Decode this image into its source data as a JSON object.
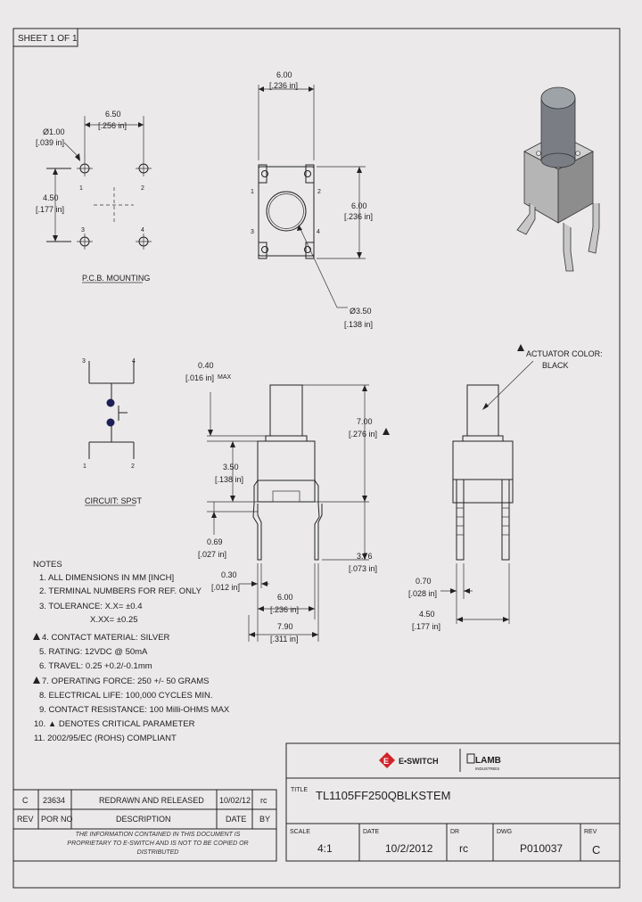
{
  "sheet_label": "SHEET 1 OF 1",
  "pcb": {
    "hole_dia": "Ø1.00",
    "hole_dia_in": "[.039 in]",
    "width": "6.50",
    "width_in": "[.256 in]",
    "height": "4.50",
    "height_in": "[.177 in]",
    "pins": [
      "1",
      "2",
      "3",
      "4"
    ],
    "caption": "P.C.B. MOUNTING"
  },
  "top_view": {
    "width": "6.00",
    "width_in": "[.236 in]",
    "height": "6.00",
    "height_in": "[.236 in]",
    "hole": "Ø3.50",
    "hole_in": "[.138 in]",
    "pins": [
      "1",
      "2",
      "3",
      "4"
    ]
  },
  "circuit": {
    "pins": [
      "3",
      "4",
      "1",
      "2"
    ],
    "caption": "CIRCUIT: SPST"
  },
  "front_view": {
    "d_top": "0.40",
    "d_top_in": "[.016 in]",
    "d_top_suffix": "MAX",
    "d_stem": "7.00",
    "d_stem_in": "[.276 in]",
    "d_body": "3.50",
    "d_body_in": "[.138 in]",
    "d_base": "0.69",
    "d_base_in": "[.027 in]",
    "d_lead": "3.76",
    "d_lead_in": "[.073 in]",
    "d_pin": "0.30",
    "d_pin_in": "[.012 in]",
    "d_inner": "6.00",
    "d_inner_in": "[.236 in]",
    "d_outer": "7.90",
    "d_outer_in": "[.311 in]"
  },
  "side_view": {
    "actuator_label": "ACTUATOR COLOR:",
    "actuator_color": "BLACK",
    "d_pin": "0.70",
    "d_pin_in": "[.028 in]",
    "d_span": "4.50",
    "d_span_in": "[.177 in]"
  },
  "notes": {
    "title": "NOTES",
    "items": [
      "1. ALL DIMENSIONS IN MM [INCH]",
      "2. TERMINAL NUMBERS FOR REF. ONLY",
      "3. TOLERANCE: X.X= ±0.4",
      "X.XX= ±0.25",
      "4. CONTACT MATERIAL: SILVER",
      "5. RATING: 12VDC @ 50mA",
      "6. TRAVEL: 0.25 +0.2/-0.1mm",
      "7. OPERATING FORCE: 250 +/- 50 GRAMS",
      "8. ELECTRICAL LIFE: 100,000 CYCLES MIN.",
      "9. CONTACT RESISTANCE: 100 Milli-OHMS MAX",
      "10. ▲ DENOTES CRITICAL PARAMETER",
      "11. 2002/95/EC (ROHS) COMPLIANT"
    ]
  },
  "revision": {
    "row": {
      "rev": "C",
      "por": "23634",
      "desc": "REDRAWN AND RELEASED",
      "date": "10/02/12",
      "by": "rc"
    },
    "headers": {
      "rev": "REV",
      "por": "POR NO",
      "desc": "DESCRIPTION",
      "date": "DATE",
      "by": "BY"
    },
    "proprietary": "THE INFORMATION CONTAINED IN THIS DOCUMENT IS PROPRIETARY TO E-SWITCH AND IS NOT TO BE COPIED OR DISTRIBUTED"
  },
  "title_block": {
    "brand": "E•SWITCH",
    "brand2": "LAMB",
    "brand2_sub": "INDUSTRIES",
    "title_label": "TITLE",
    "title": "TL1105FF250QBLKSTEM",
    "scale_label": "SCALE",
    "scale": "4:1",
    "date_label": "DATE",
    "date": "10/2/2012",
    "dr_label": "DR",
    "dr": "rc",
    "dwg_label": "DWG",
    "dwg": "P010037",
    "rev_label": "REV",
    "rev": "C"
  }
}
